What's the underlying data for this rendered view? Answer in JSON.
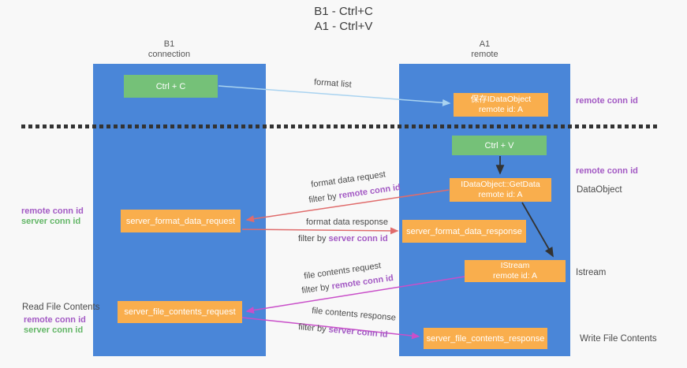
{
  "title": {
    "line1": "B1 - Ctrl+C",
    "line2": "A1 - Ctrl+V"
  },
  "lanes": {
    "left": {
      "title": "B1",
      "subtitle": "connection"
    },
    "right": {
      "title": "A1",
      "subtitle": "remote"
    }
  },
  "boxes": {
    "ctrl_c": "Ctrl + C",
    "ctrl_v": "Ctrl + V",
    "save_idataobject": {
      "line1": "保存IDataObject",
      "line2": "remote id: A"
    },
    "getdata": {
      "line1": "IDataObject::GetData",
      "line2": "remote id: A"
    },
    "istream": {
      "line1": "IStream",
      "line2": "remote id: A"
    },
    "format_request": "server_format_data_request",
    "format_response": "server_format_data_response",
    "file_request": "server_file_contents_request",
    "file_response": "server_file_contents_response"
  },
  "arrow_labels": {
    "format_list": "format list",
    "format_data_request": "format data request",
    "filter_remote_1": {
      "prefix": "filter by ",
      "keyword": "remote conn id"
    },
    "format_data_response": "format data response",
    "filter_server_1": {
      "prefix": "filter by ",
      "keyword": "server conn id"
    },
    "file_contents_request": "file contents request",
    "filter_remote_2": {
      "prefix": "filter by ",
      "keyword": "remote conn id"
    },
    "file_contents_response": "file contents response",
    "filter_server_2": {
      "prefix": "filter by ",
      "keyword": "server conn id"
    }
  },
  "side_labels": {
    "remote_conn_top": "remote conn id",
    "remote_conn_mid": "remote conn id",
    "dataobject": "DataObject",
    "istream": "Istream",
    "write_file_contents": "Write File Contents",
    "read_file_contents": "Read File Contents",
    "left_mid": {
      "remote": "remote conn id",
      "server": "server conn id"
    },
    "left_bottom": {
      "remote": "remote conn id",
      "server": "server conn id"
    }
  },
  "colors": {
    "lane_blue": "#4a86d8",
    "box_green": "#75c178",
    "box_orange": "#f9ae4d",
    "keyword_purple": "#a35ac4",
    "keyword_green": "#63b667",
    "arrow_light_blue": "#a9d3f0",
    "arrow_red": "#e06c6c",
    "arrow_magenta": "#c94fc9",
    "arrow_black": "#333333",
    "dashed_line": "#333333",
    "background": "#f8f8f8"
  }
}
